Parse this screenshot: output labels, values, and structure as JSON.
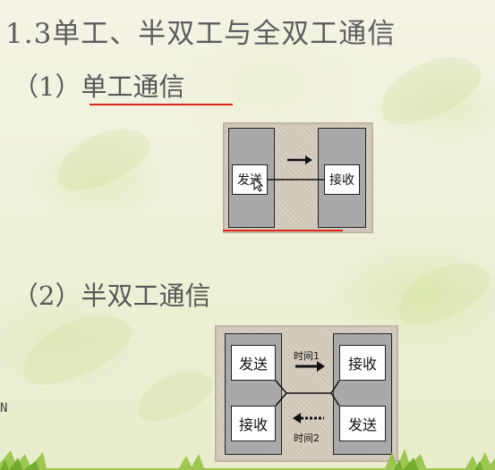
{
  "slide": {
    "title": "1.3单工、半双工与全双工通信",
    "section1": {
      "heading": "（1）单工通信"
    },
    "section2": {
      "heading": "（2）半双工通信"
    },
    "side_text": "N"
  },
  "simplex_diagram": {
    "sender_label": "发送",
    "receiver_label": "接收"
  },
  "half_duplex_diagram": {
    "left_top_label": "发送",
    "left_bottom_label": "接收",
    "right_top_label": "接收",
    "right_bottom_label": "发送",
    "time1_label": "时间1",
    "time2_label": "时间2"
  },
  "colors": {
    "accent_red": "#d9251c",
    "text_gray": "#5d5d5d",
    "station_gray": "#a9a9a9"
  }
}
